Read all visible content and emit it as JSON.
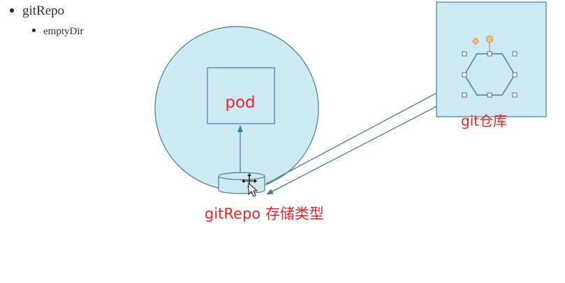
{
  "bullets": {
    "level1": "gitRepo",
    "level2": "emptyDir"
  },
  "diagram": {
    "pod_label": "pod",
    "volume_label": "gitRepo 存储类型",
    "repo_label": "git仓库",
    "colors": {
      "fill": "#cdeaf4",
      "stroke": "#3d7f96",
      "label": "#e8262a",
      "handle": "#f0a030"
    },
    "icons": [
      "move-cursor-icon",
      "hexagon-shape-icon"
    ]
  }
}
